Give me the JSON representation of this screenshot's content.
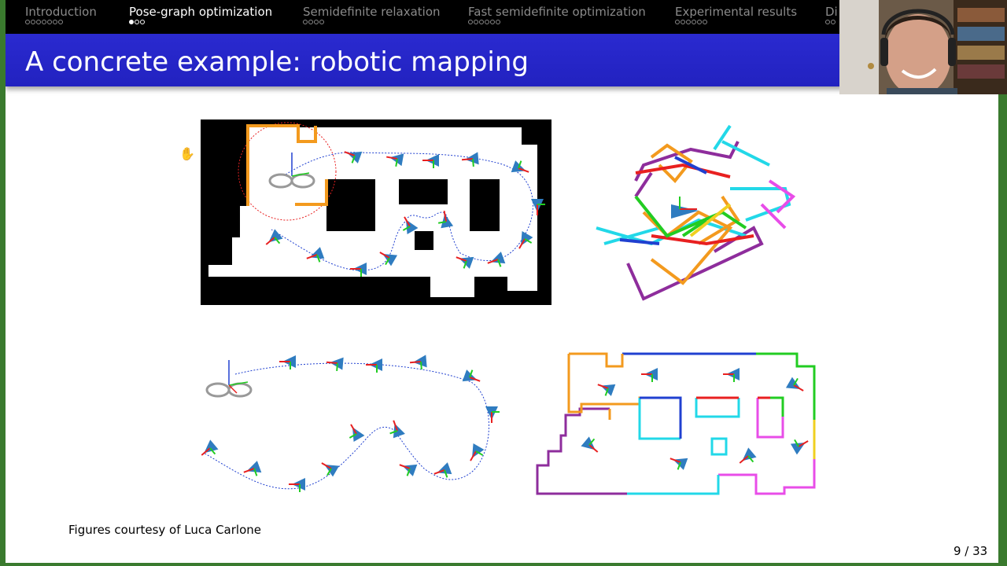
{
  "nav": {
    "sections": [
      {
        "label": "Introduction",
        "dots": 7,
        "filled": 0,
        "active": false
      },
      {
        "label": "Pose-graph optimization",
        "dots": 3,
        "filled": 1,
        "active": true
      },
      {
        "label": "Semidefinite relaxation",
        "dots": 4,
        "filled": 0,
        "active": false
      },
      {
        "label": "Fast semidefinite optimization",
        "dots": 6,
        "filled": 0,
        "active": false
      },
      {
        "label": "Experimental results",
        "dots": 6,
        "filled": 0,
        "active": false
      },
      {
        "label": "Di",
        "dots": 2,
        "filled": 0,
        "active": false
      }
    ]
  },
  "slide": {
    "title": "A concrete example: robotic mapping",
    "caption": "Figures courtesy of Luca Carlone",
    "page": "9 / 33"
  },
  "colors": {
    "title_bar": "#2222c0",
    "orange": "#f39a1e",
    "purple": "#8e2d9c",
    "cyan": "#22d8e8",
    "magenta": "#e84de8",
    "red": "#e82020",
    "green": "#22cc22",
    "blue": "#2040d0",
    "yellow": "#f0d020",
    "triangle": "#2f7cc0"
  }
}
